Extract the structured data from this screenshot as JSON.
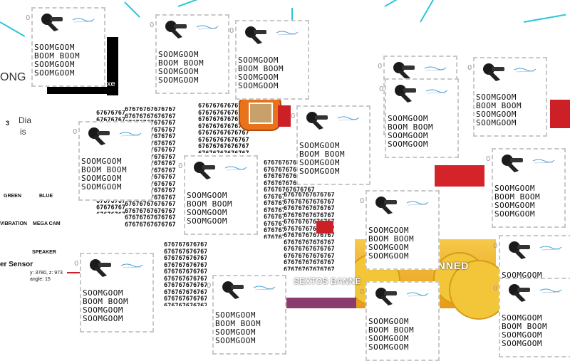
{
  "app": {
    "card_text": [
      "SOOMGOOM",
      "BOOM  BOOM",
      "SOOMGOOM",
      "SOOMGOOM"
    ],
    "zero_label": "0",
    "number_block": "67676767676767",
    "number_block_short": "676767",
    "banner_text": "SEXTOS BANNED",
    "banner_text_partial": "SEXTOS BANNE",
    "sidebar": {
      "logo_fragment": "ONG",
      "panel_number": "3",
      "panel_title": "Dia",
      "panel_subtitle": "is",
      "labels": [
        "GREEN",
        "BLUE",
        "VIBRATION",
        "MEGA CAM",
        "SPEAKER"
      ],
      "sensor_title": "er Sensor",
      "sensor_line1": "y: 3780, z: 973",
      "sensor_line2": "angle: 15"
    },
    "overlay_fragment": "xe"
  }
}
